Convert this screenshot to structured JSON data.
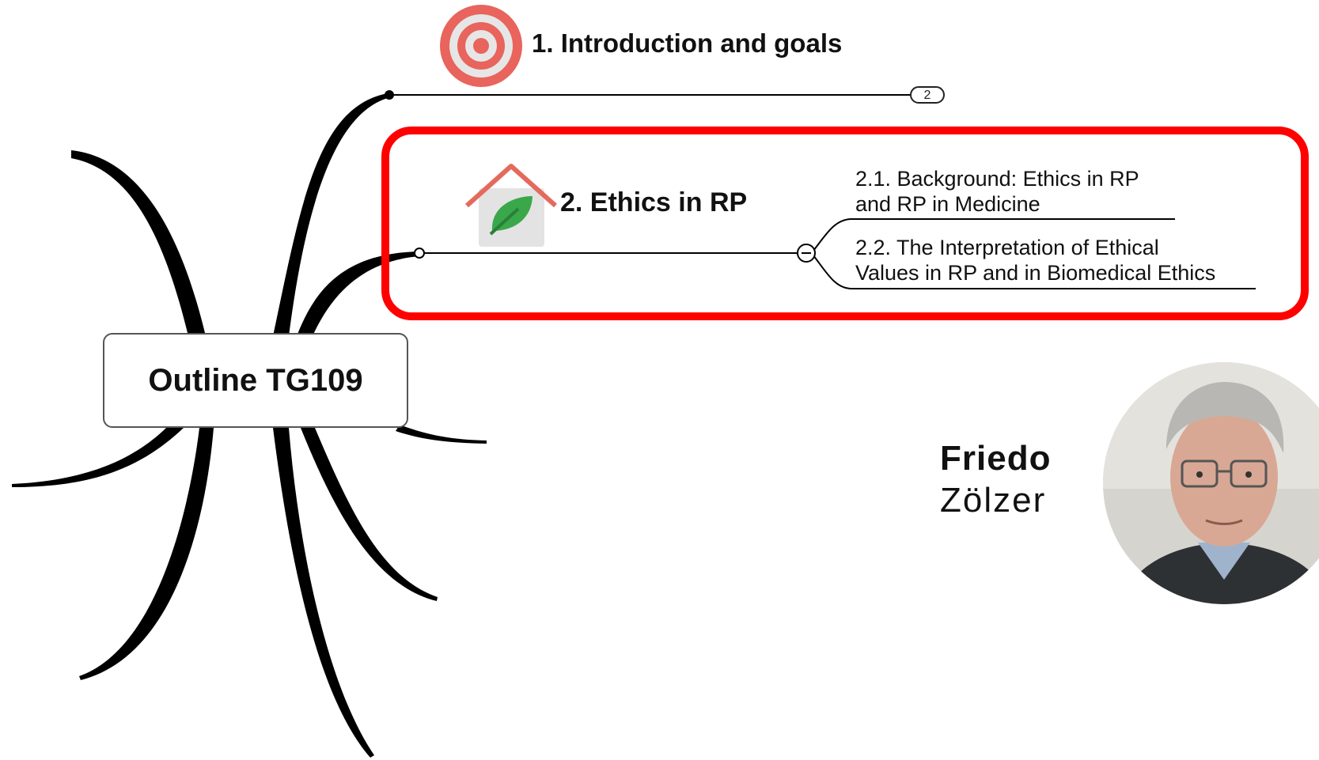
{
  "central_topic": "Outline TG109",
  "topics": [
    {
      "label": "1. Introduction and goals",
      "icon": "target-icon",
      "collapsed_count": "2"
    },
    {
      "label": "2. Ethics in RP",
      "icon": "house-leaf-icon",
      "subtopics": [
        "2.1. Background: Ethics in RP\nand RP in Medicine",
        "2.2. The Interpretation of Ethical\nValues in RP and in Biomedical Ethics"
      ]
    }
  ],
  "presenter": {
    "first_name": "Friedo",
    "last_name": "Zölzer"
  },
  "colors": {
    "highlight": "#ff0000",
    "target": "#e8645c",
    "roof": "#e36a5d",
    "leaf": "#3aa84a"
  }
}
